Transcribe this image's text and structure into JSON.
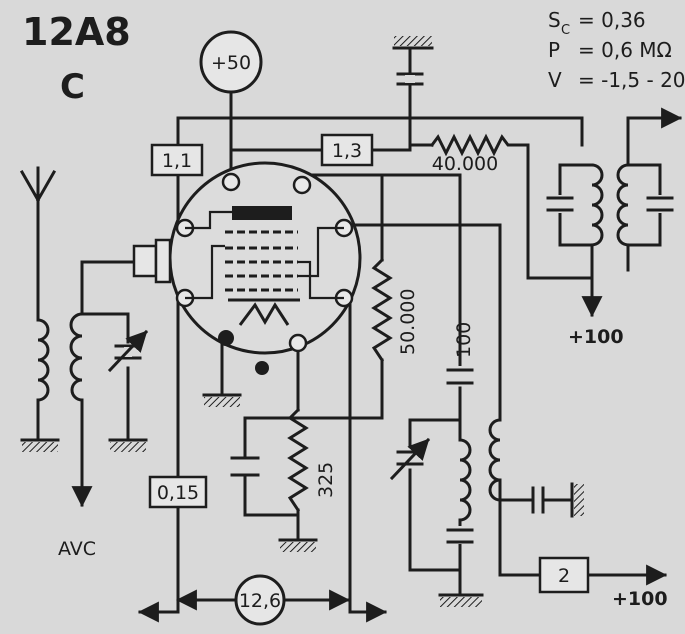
{
  "header": {
    "tube_type": "12A8",
    "tube_variant": "C"
  },
  "specs": [
    {
      "symbol": "S",
      "sub": "C",
      "value": "= 0,36"
    },
    {
      "symbol": "P",
      "sub": "",
      "value": "= 0,6 MΩ"
    },
    {
      "symbol": "V",
      "sub": "",
      "value": "= -1,5 - 20"
    }
  ],
  "circle_labels": {
    "top_supply": "+50",
    "heater": "12,6"
  },
  "box_labels": {
    "left_top": "1,1",
    "mid_top": "1,3",
    "left_bottom": "0,15",
    "bottom_right": "2"
  },
  "resistor_labels": {
    "plate_load": "40.000",
    "screen_dropper": "50.000",
    "cathode": "325"
  },
  "capacitor_labels": {
    "grid_coupling": "100"
  },
  "terminal_labels": {
    "avc": "AVC",
    "supply_right": "+100",
    "supply_bottom": "+100"
  }
}
